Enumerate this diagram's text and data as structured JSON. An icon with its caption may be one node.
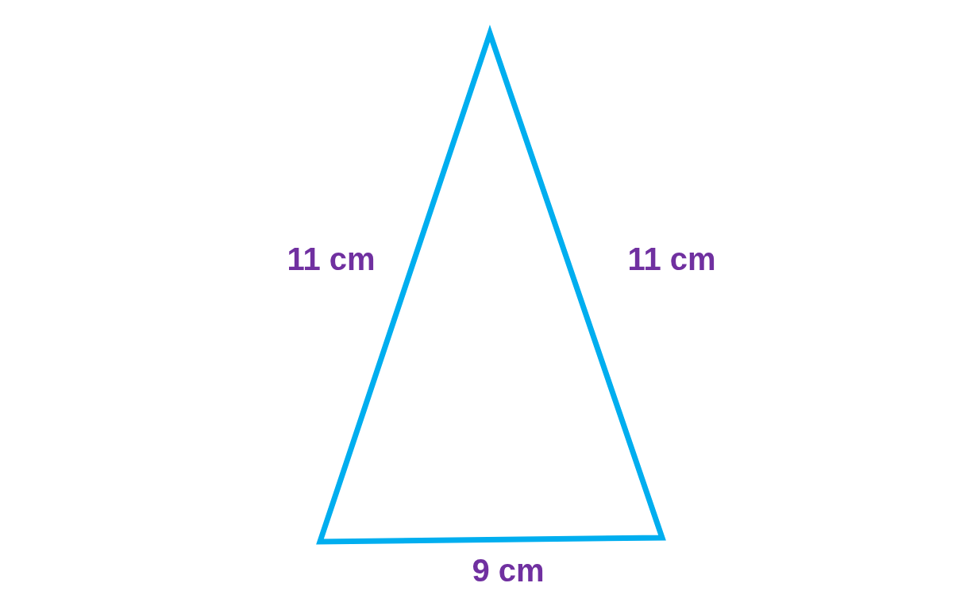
{
  "diagram": {
    "labels": [
      "11 cm",
      "11 cm",
      "9 cm"
    ]
  }
}
